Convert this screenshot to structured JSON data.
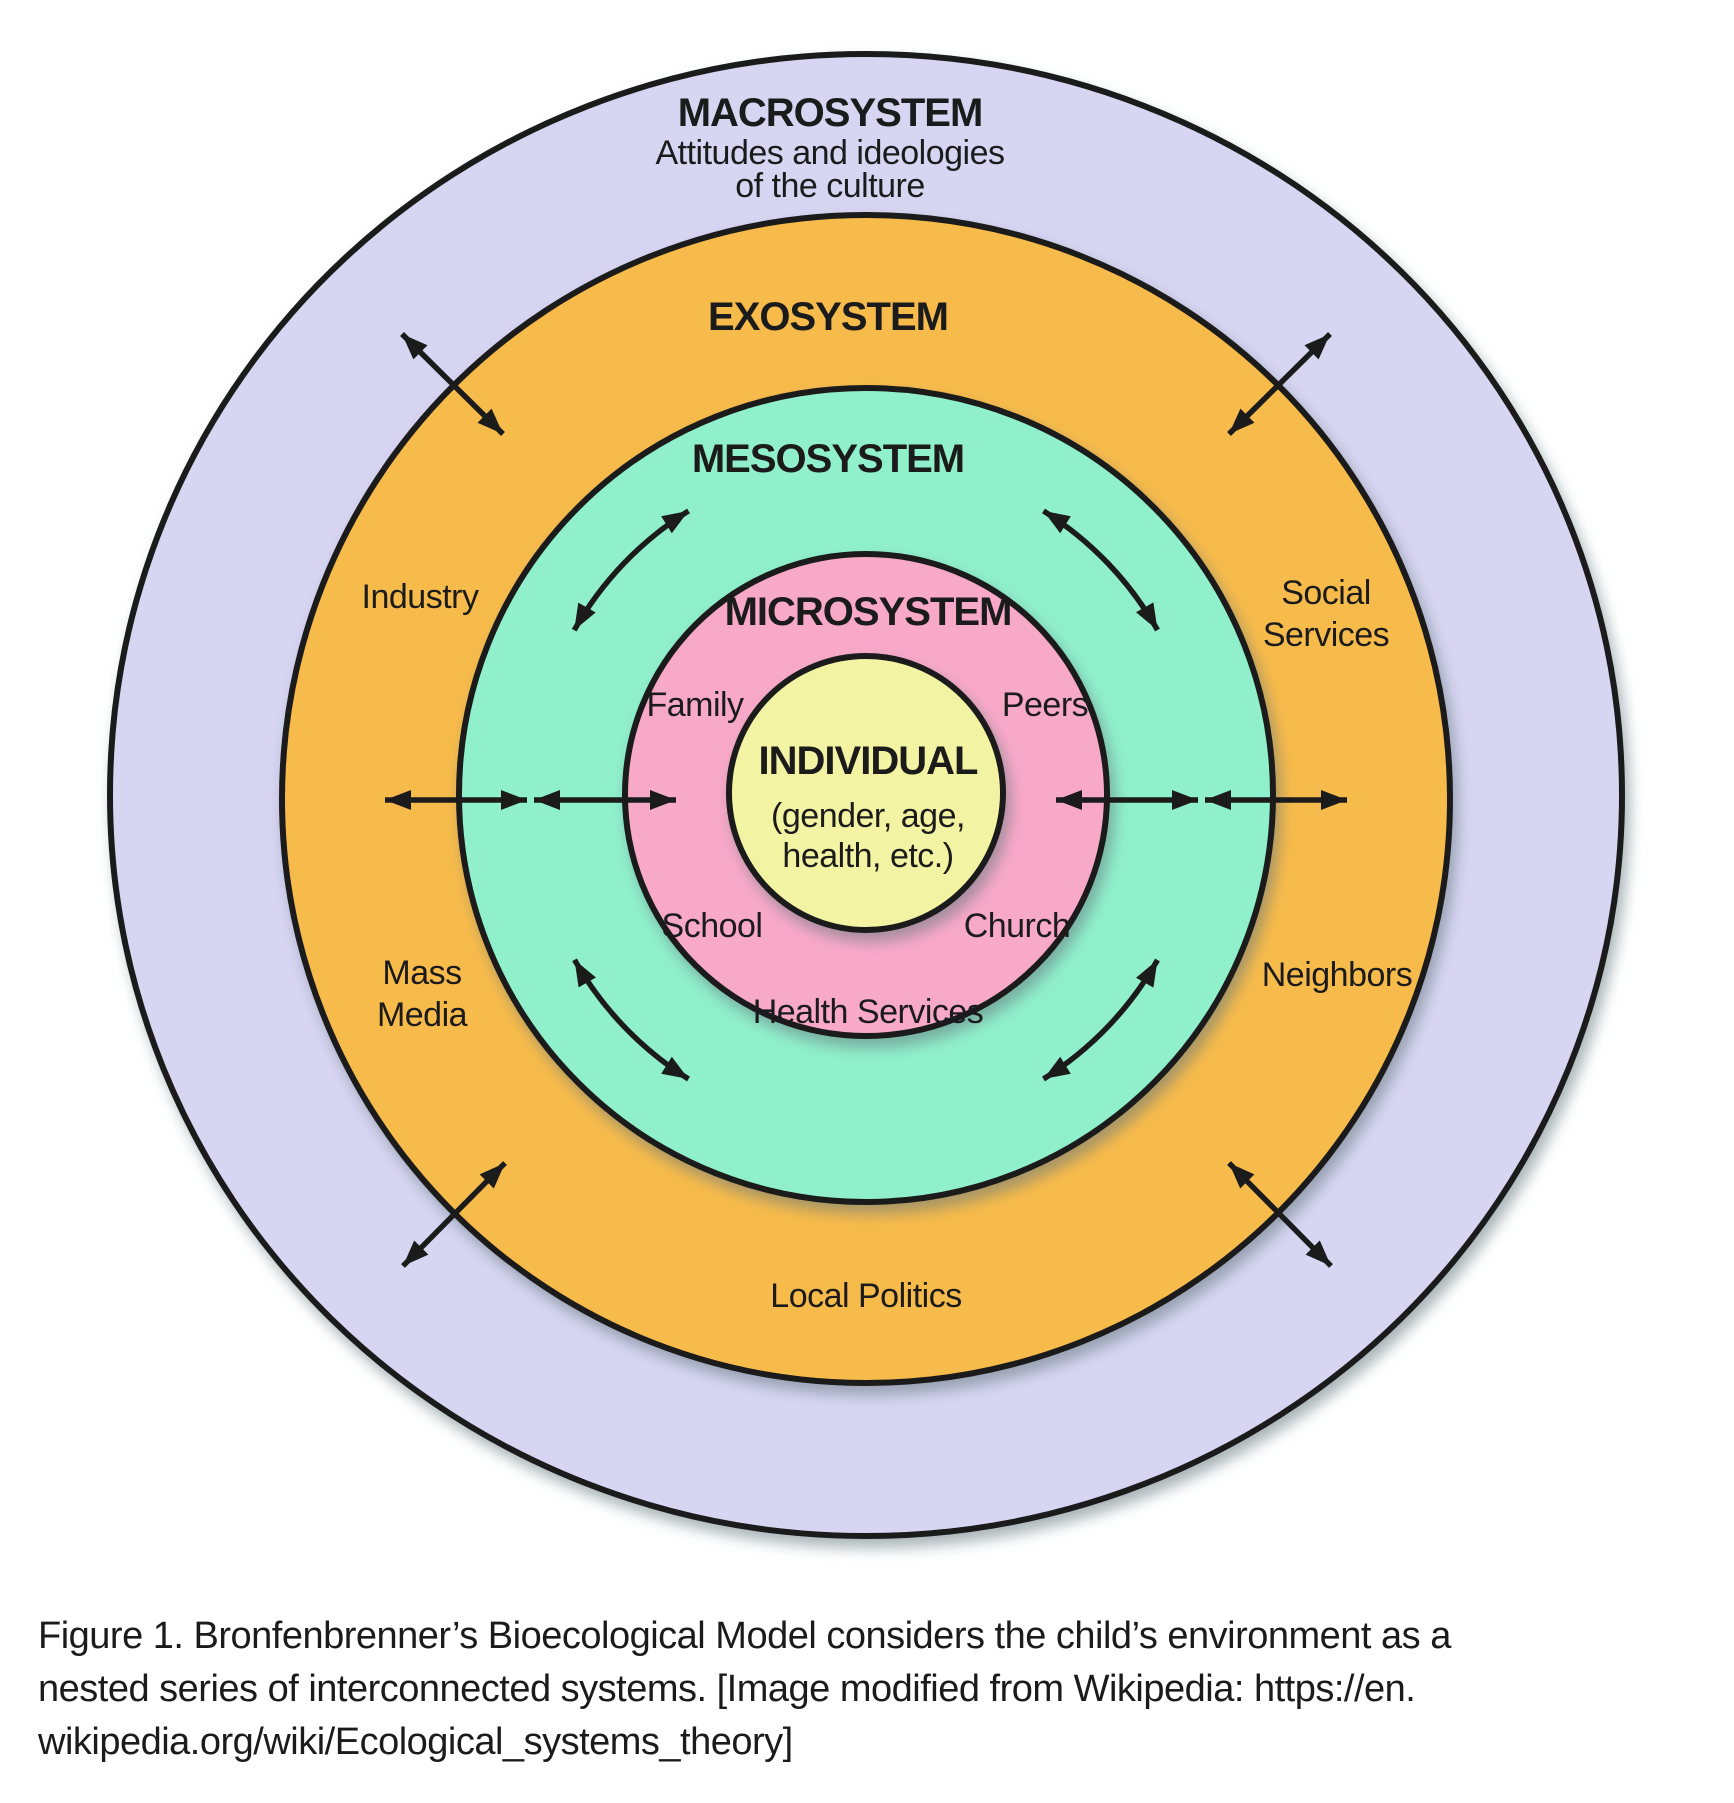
{
  "figure": {
    "rings": {
      "macrosystem": {
        "label": "MACROSYSTEM",
        "sub1": "Attitudes and ideologies",
        "sub2": "of the culture",
        "color": "#d7d5f2"
      },
      "exosystem": {
        "label": "EXOSYSTEM",
        "color": "#f7bb4b"
      },
      "mesosystem": {
        "label": "MESOSYSTEM",
        "color": "#90f0cc"
      },
      "microsystem": {
        "label": "MICROSYSTEM",
        "color": "#f8a9c8"
      },
      "individual": {
        "label": "INDIVIDUAL",
        "sub1": "(gender, age,",
        "sub2": "health, etc.)",
        "color": "#f3f3a4"
      }
    },
    "microsystem_labels": {
      "family": "Family",
      "peers": "Peers",
      "school": "School",
      "church": "Church",
      "health": "Health Services"
    },
    "exosystem_labels": {
      "industry": "Industry",
      "social1": "Social",
      "social2": "Services",
      "mass1": "Mass",
      "mass2": "Media",
      "neighbors": "Neighbors",
      "politics": "Local Politics"
    }
  },
  "caption": {
    "line1": "Figure 1.  Bronfenbrenner’s Bioecological Model considers the child’s environment as a",
    "line2": "nested series of interconnected systems. [Image modified from Wikipedia: https://en.",
    "line3": "wikipedia.org/wiki/Ecological_systems_theory]"
  },
  "colors": {
    "outline": "#1b1b1b",
    "arrow": "#1b1b1b",
    "background": "#ffffff"
  }
}
